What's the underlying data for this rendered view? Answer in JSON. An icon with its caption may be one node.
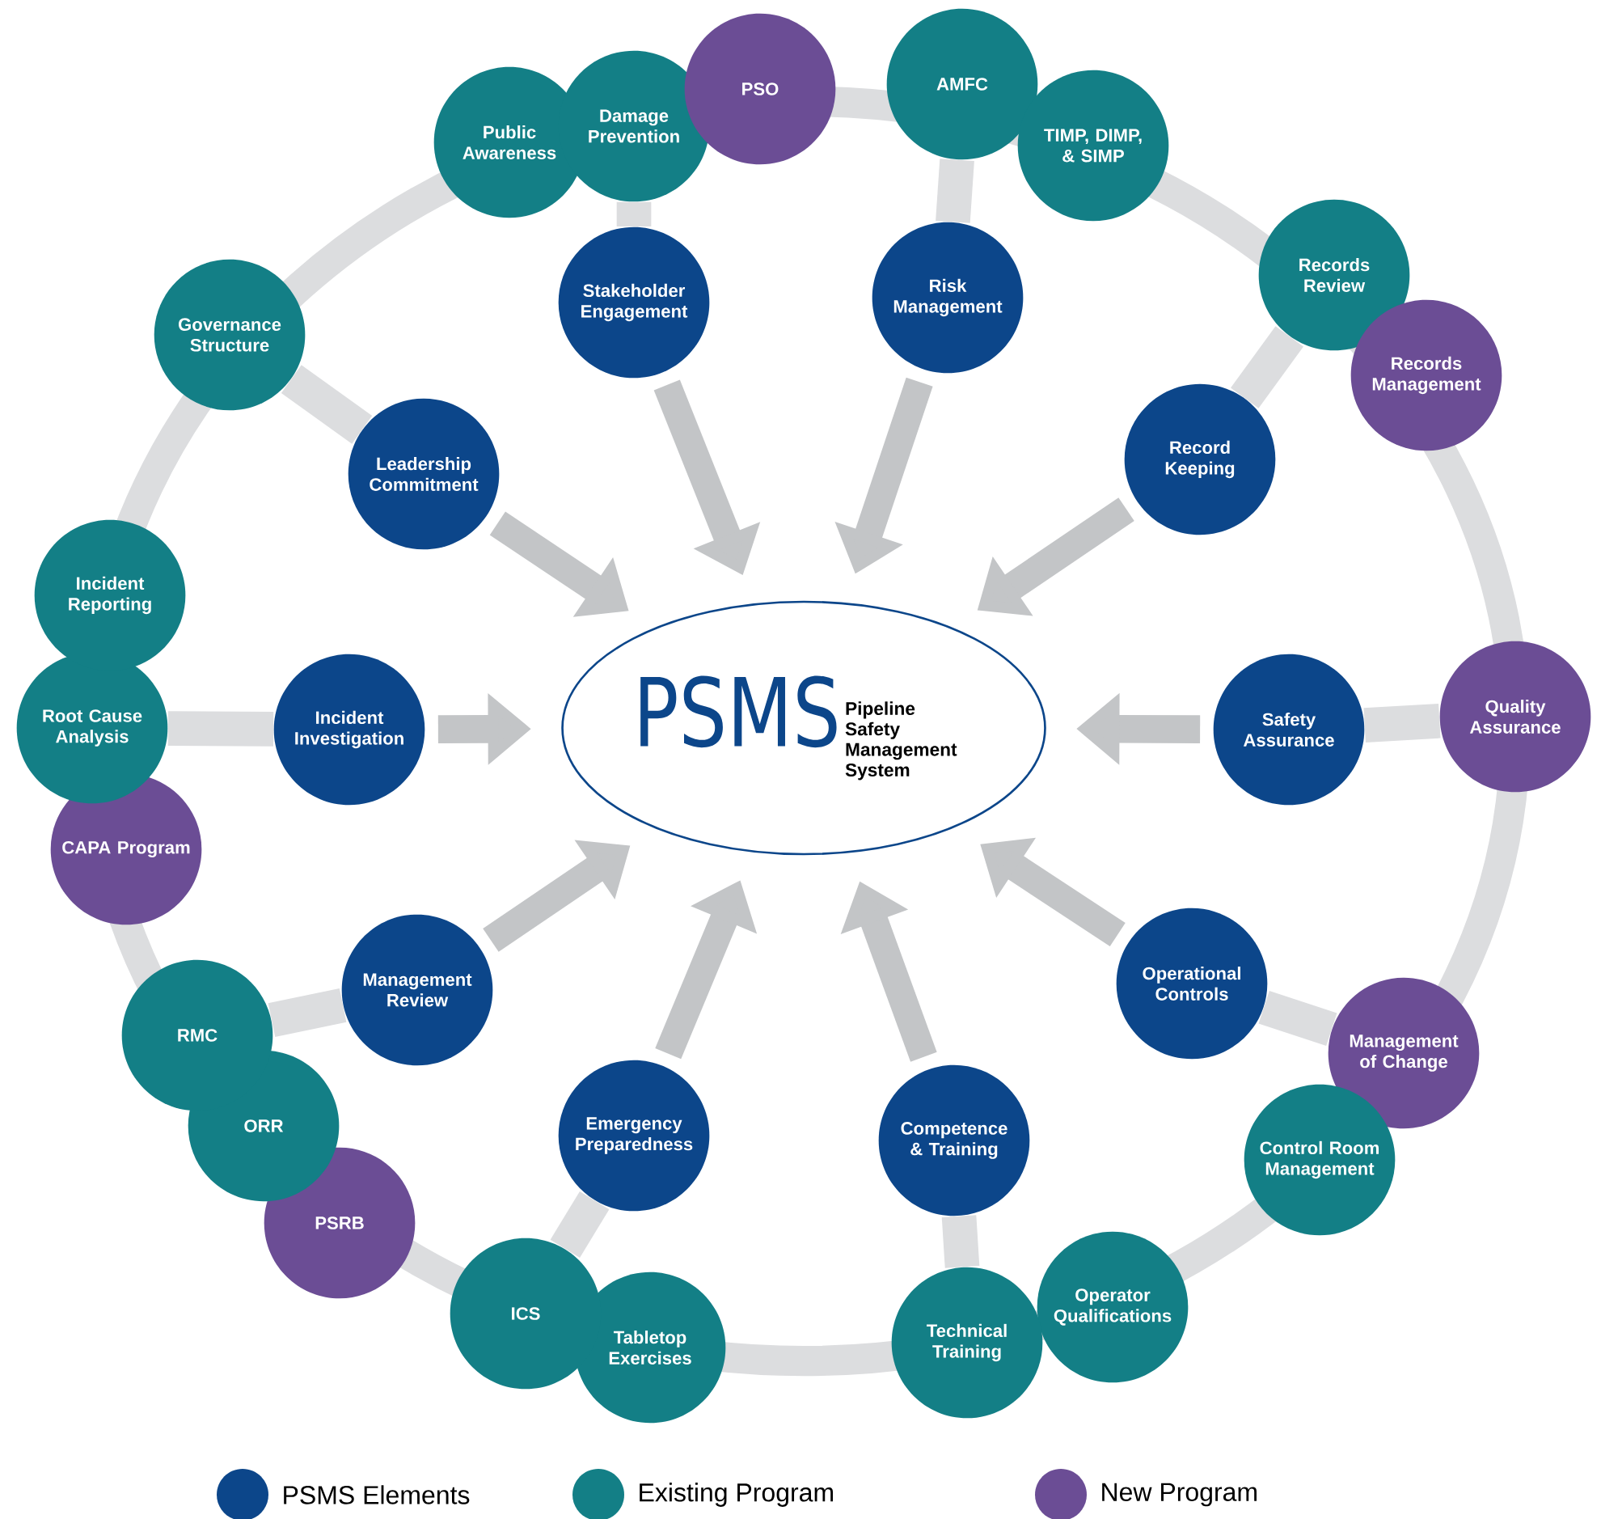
{
  "diagram": {
    "nodes": [
      {
        "text": [
          "PSMS",
          "Pipeline Safety Management System"
        ]
      },
      {
        "text": [
          "Stakeholder Engagement"
        ]
      },
      {
        "text": [
          "Risk Management"
        ]
      },
      {
        "text": [
          "Record Keeping"
        ]
      },
      {
        "text": [
          "Safety Assurance"
        ]
      },
      {
        "text": [
          "Operational Controls"
        ]
      },
      {
        "text": [
          "Competence & Training"
        ]
      },
      {
        "text": [
          "Emergency Preparedness"
        ]
      },
      {
        "text": [
          "Management Review"
        ]
      },
      {
        "text": [
          "Incident Investigation"
        ]
      },
      {
        "text": [
          "Leadership Commitment"
        ]
      },
      {
        "text": [
          "Public Awareness"
        ]
      },
      {
        "text": [
          "Damage Prevention"
        ]
      },
      {
        "text": [
          "PSO"
        ]
      },
      {
        "text": [
          "AMFC"
        ]
      },
      {
        "text": [
          "TIMP, DIMP, & SIMP"
        ]
      },
      {
        "text": [
          "Records Review"
        ]
      },
      {
        "text": [
          "Records Management"
        ]
      },
      {
        "text": [
          "Quality Assurance"
        ]
      },
      {
        "text": [
          "Management of Change"
        ]
      },
      {
        "text": [
          "Control Room Management"
        ]
      },
      {
        "text": [
          "Operator Qualifications"
        ]
      },
      {
        "text": [
          "Technical Training"
        ]
      },
      {
        "text": [
          "Tabletop Exercises"
        ]
      },
      {
        "text": [
          "ICS"
        ]
      },
      {
        "text": [
          "PSRB"
        ]
      },
      {
        "text": [
          "ORR"
        ]
      },
      {
        "text": [
          "RMC"
        ]
      },
      {
        "text": [
          "CAPA Program"
        ]
      },
      {
        "text": [
          "Root Cause Analysis"
        ]
      },
      {
        "text": [
          "Incident Reporting"
        ]
      },
      {
        "text": [
          "Governance Structure"
        ]
      }
    ],
    "edges": [
      {
        "from": 1,
        "to": 0,
        "arrow": "to"
      },
      {
        "from": 2,
        "to": 0,
        "arrow": "to"
      },
      {
        "from": 3,
        "to": 0,
        "arrow": "to"
      },
      {
        "from": 4,
        "to": 0,
        "arrow": "to"
      },
      {
        "from": 5,
        "to": 0,
        "arrow": "to"
      },
      {
        "from": 6,
        "to": 0,
        "arrow": "to"
      },
      {
        "from": 7,
        "to": 0,
        "arrow": "to"
      },
      {
        "from": 8,
        "to": 0,
        "arrow": "to"
      },
      {
        "from": 9,
        "to": 0,
        "arrow": "to"
      },
      {
        "from": 10,
        "to": 0,
        "arrow": "to"
      },
      {
        "from": 12,
        "to": 1,
        "arrow": "none",
        "color": "#dcdddf"
      },
      {
        "from": 14,
        "to": 2,
        "arrow": "none",
        "color": "#dcdddf"
      },
      {
        "from": 16,
        "to": 3,
        "arrow": "none",
        "color": "#dcdddf"
      },
      {
        "from": 18,
        "to": 4,
        "arrow": "none",
        "color": "#dcdddf"
      },
      {
        "from": 19,
        "to": 5,
        "arrow": "none",
        "color": "#dcdddf"
      },
      {
        "from": 22,
        "to": 6,
        "arrow": "none",
        "color": "#dcdddf"
      },
      {
        "from": 24,
        "to": 7,
        "arrow": "none",
        "color": "#dcdddf"
      },
      {
        "from": 27,
        "to": 8,
        "arrow": "none",
        "color": "#dcdddf"
      },
      {
        "from": 29,
        "to": 9,
        "arrow": "none",
        "color": "#dcdddf"
      },
      {
        "from": 31,
        "to": 10,
        "arrow": "none",
        "color": "#dcdddf"
      }
    ],
    "legend": [
      {
        "text": "PSMS Elements",
        "color": "#0c468a"
      },
      {
        "text": "Existing Program",
        "color": "#137f86"
      },
      {
        "text": "New Program",
        "color": "#6b4d95"
      }
    ]
  }
}
